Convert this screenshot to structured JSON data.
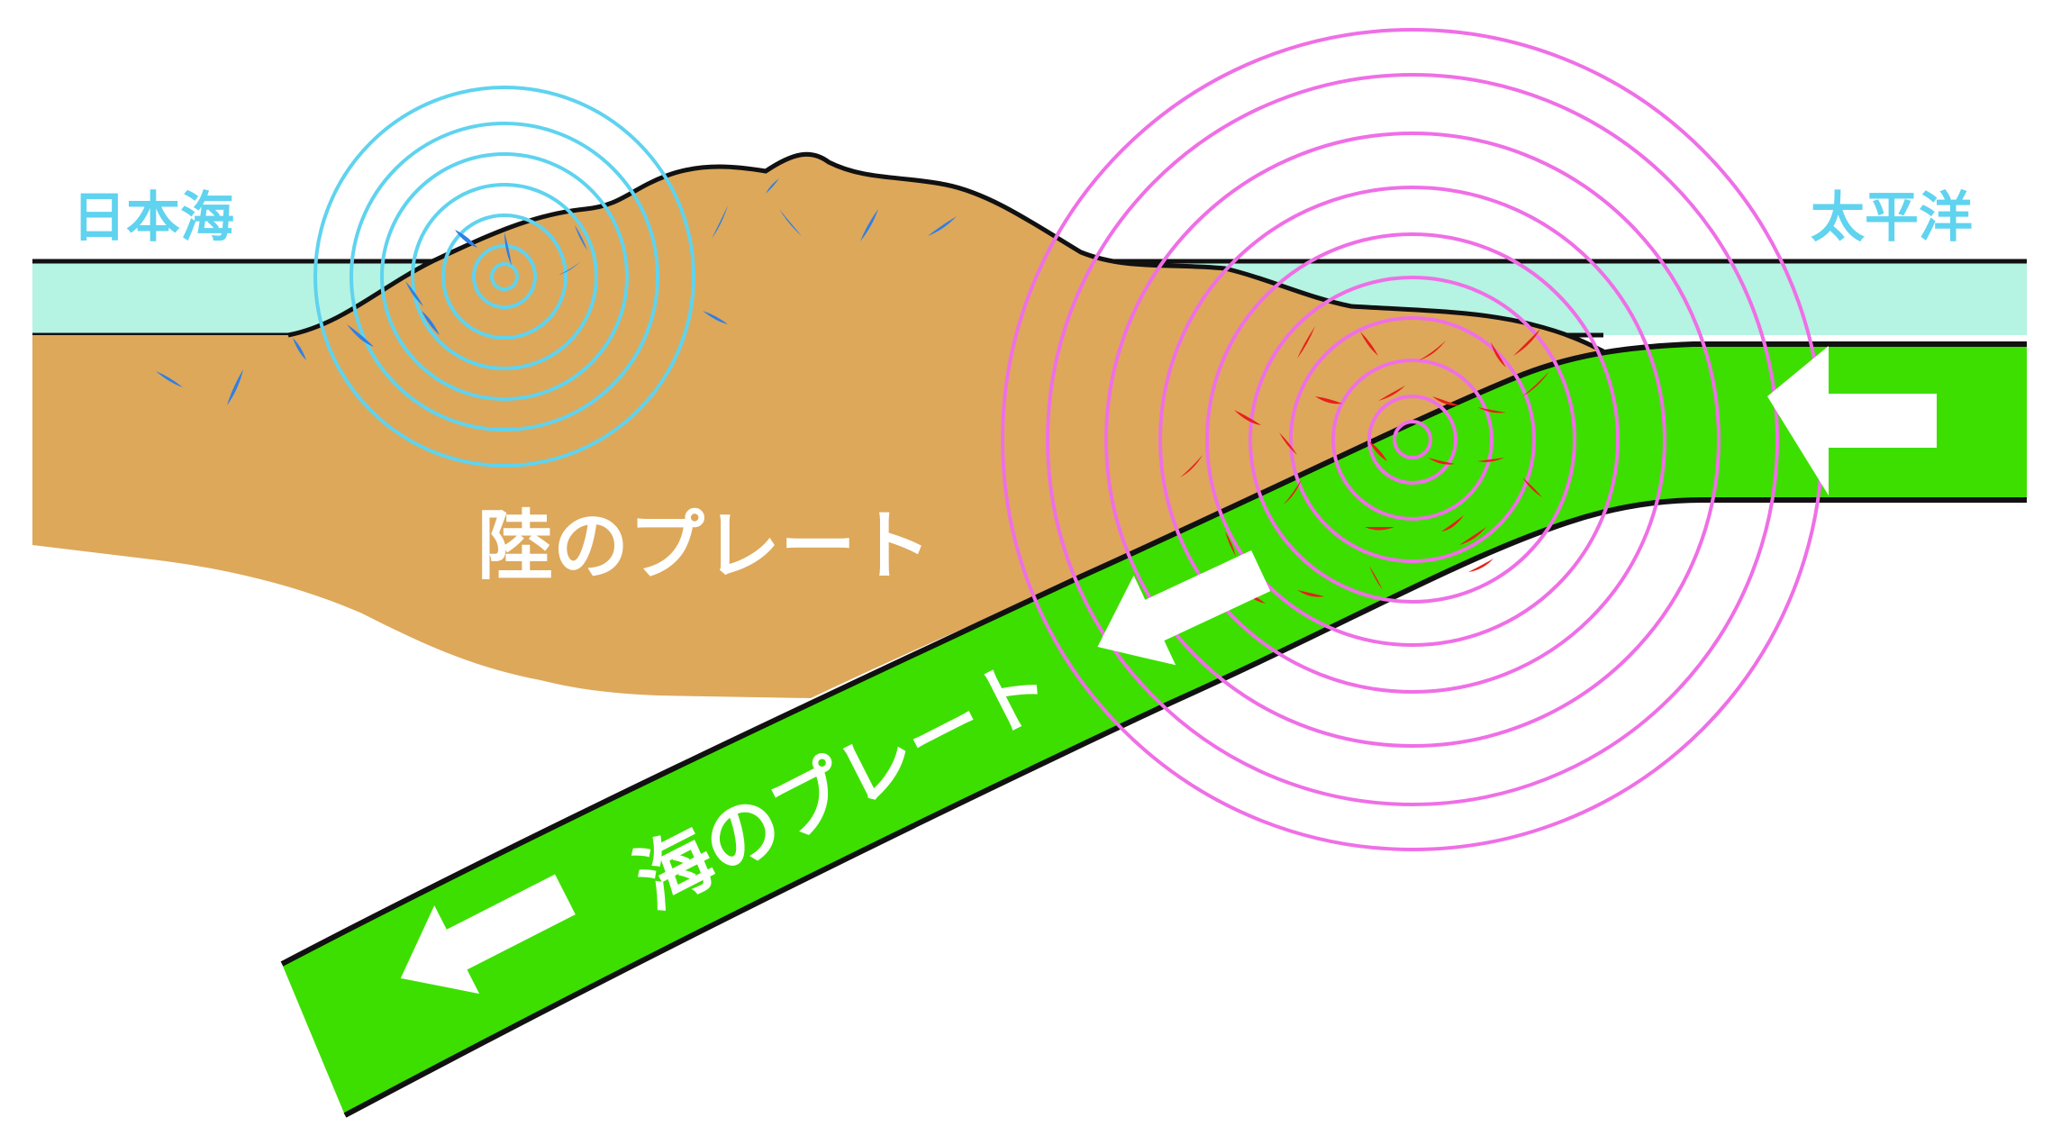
{
  "labels": {
    "sea_of_japan": "日本海",
    "pacific_ocean": "太平洋",
    "continental_plate": "陸のプレート",
    "oceanic_plate": "海のプレート"
  },
  "colors": {
    "water": "#b5f3e2",
    "land": "#dda85a",
    "ocean_plate": "#3ddf00",
    "outline": "#111111",
    "ocean_text": "#5fd3ef",
    "inland_waves": "#5fd3ef",
    "trench_waves": "#ef6fe6",
    "inland_cracks": "#2f7fe6",
    "trench_cracks": "#e8201a",
    "arrow": "#ffffff"
  },
  "legend_icons": {
    "movement_arrow": "arrow-left-icon"
  }
}
